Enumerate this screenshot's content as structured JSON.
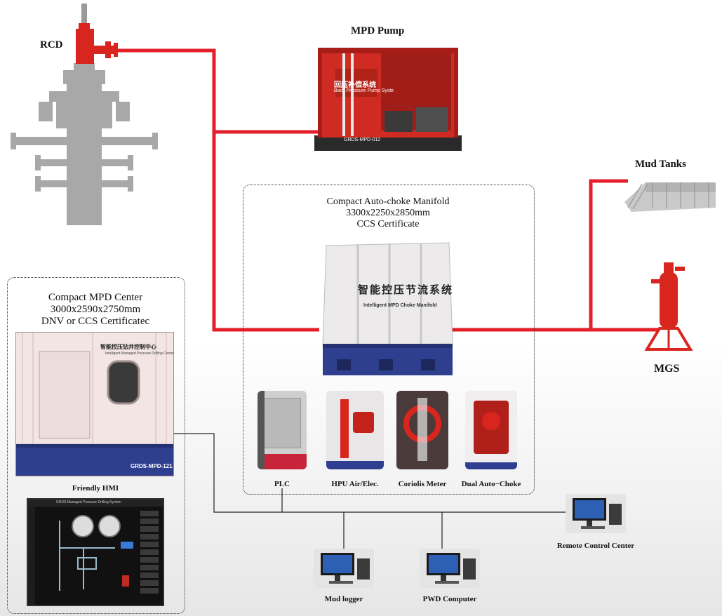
{
  "labels": {
    "rcd": "RCD",
    "mpd_pump": "MPD Pump",
    "mud_tanks": "Mud Tanks",
    "mgs": "MGS"
  },
  "manifold": {
    "title": "Compact Auto-choke Manifold",
    "dims": "3300x2250x2850mm",
    "cert": "CCS Certificate",
    "panel_text": "智能控压节流系统",
    "panel_en": "Intelligent  MPD Choke  Manifold",
    "components": [
      {
        "label": "PLC"
      },
      {
        "label": "HPU Air/Elec."
      },
      {
        "label": "Coriolis Meter"
      },
      {
        "label": "Dual Auto−Choke"
      }
    ]
  },
  "center": {
    "title": "Compact MPD Center",
    "dims": "3000x2590x2750mm",
    "cert": "DNV or CCS Certificatec",
    "sign_cn": "智能控压钻井控制中心",
    "sign_en": "Intelligent Managed Pressure Drilling Center",
    "container_id": "GRDS-MPD-121",
    "hmi_label": "Friendly HMI",
    "hmi_title": "GRDS Managed Pressure Drilling System"
  },
  "pump": {
    "sign_cn": "回压补偿系统",
    "sign_en": "Back Pressure Pump Syste",
    "id": "GRDS-MPD-012"
  },
  "computers": [
    {
      "label": "Mud logger"
    },
    {
      "label": "PWD Computer"
    },
    {
      "label": "Remote Control Center"
    }
  ],
  "colors": {
    "flow_line": "#e3202a",
    "equipment_red": "#d8261f",
    "wellhead_gray": "#a6a6a6",
    "container_blue": "#2f3f8f",
    "signal_line": "#222222"
  }
}
